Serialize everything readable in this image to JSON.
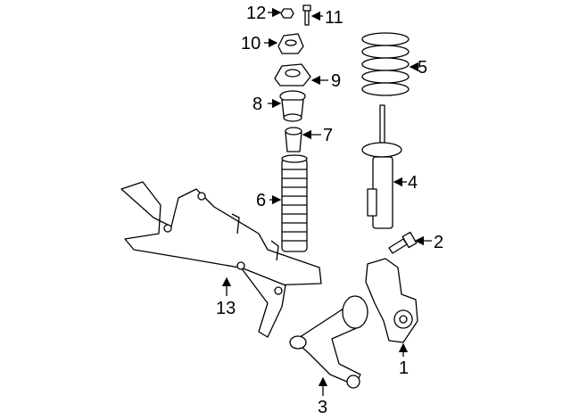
{
  "diagram": {
    "title": "Front Suspension Components",
    "callouts": [
      {
        "id": "1",
        "part": "steering-knuckle"
      },
      {
        "id": "2",
        "part": "strut-bolt"
      },
      {
        "id": "3",
        "part": "lower-control-arm"
      },
      {
        "id": "4",
        "part": "strut"
      },
      {
        "id": "5",
        "part": "coil-spring"
      },
      {
        "id": "6",
        "part": "dust-boot"
      },
      {
        "id": "7",
        "part": "bump-stop"
      },
      {
        "id": "8",
        "part": "spring-insulator"
      },
      {
        "id": "9",
        "part": "strut-bearing"
      },
      {
        "id": "10",
        "part": "upper-mount"
      },
      {
        "id": "11",
        "part": "bolt"
      },
      {
        "id": "12",
        "part": "nut"
      },
      {
        "id": "13",
        "part": "crossmember"
      }
    ]
  }
}
